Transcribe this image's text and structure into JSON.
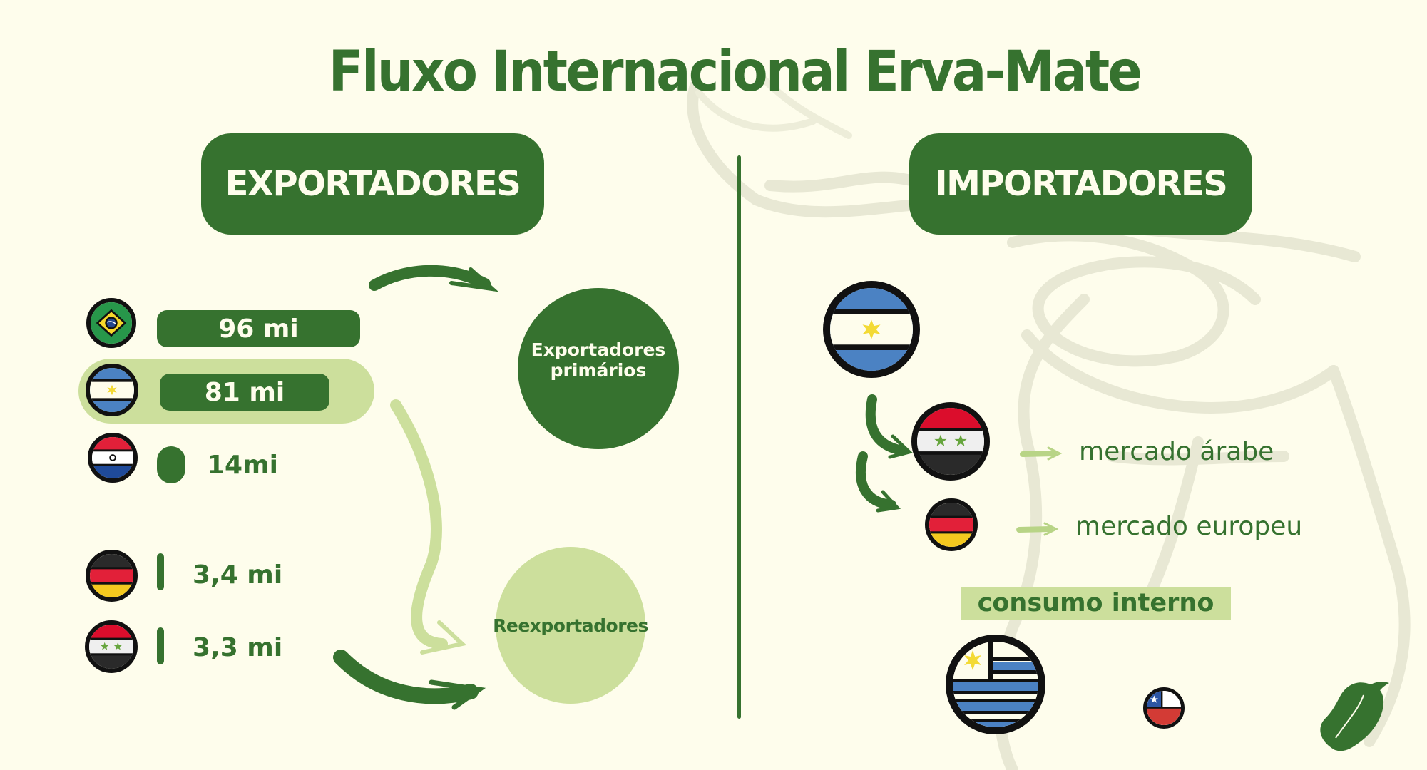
{
  "title": "Fluxo Internacional Erva-Mate",
  "colors": {
    "background": "#FEFDEC",
    "dark_green": "#36722F",
    "light_green": "#CCDF9C",
    "sketch": "#E8E8D4"
  },
  "exporters": {
    "header": "EXPORTADORES",
    "rows": [
      {
        "country": "Brasil",
        "flag": "brazil-flag-icon",
        "value": "96 mi",
        "numeric": 96
      },
      {
        "country": "Argentina",
        "flag": "argentina-flag-icon",
        "value": "81 mi",
        "numeric": 81,
        "highlighted": true
      },
      {
        "country": "Paraguai",
        "flag": "paraguay-flag-icon",
        "value": "14mi",
        "numeric": 14
      },
      {
        "country": "Alemanha",
        "flag": "germany-flag-icon",
        "value": "3,4 mi",
        "numeric": 3.4
      },
      {
        "country": "Síria",
        "flag": "syria-flag-icon",
        "value": "3,3 mi",
        "numeric": 3.3
      }
    ],
    "categories": {
      "primary": "Exportadores primários",
      "primary_line1": "Exportadores",
      "primary_line2": "primários",
      "reexporters": "Reexportadores"
    }
  },
  "importers": {
    "header": "IMPORTADORES",
    "source": {
      "country": "Argentina",
      "flag": "argentina-flag-icon"
    },
    "markets": [
      {
        "country": "Síria",
        "flag": "syria-flag-icon",
        "label": "mercado árabe"
      },
      {
        "country": "Alemanha",
        "flag": "germany-flag-icon",
        "label": "mercado europeu"
      }
    ],
    "internal": {
      "label": "consumo interno",
      "countries": [
        {
          "country": "Uruguai",
          "flag": "uruguay-flag-icon"
        },
        {
          "country": "Chile",
          "flag": "chile-flag-icon"
        }
      ]
    }
  },
  "decor": {
    "leaf": "leaf-icon",
    "background_sketch": "mate-cup-sketch"
  }
}
